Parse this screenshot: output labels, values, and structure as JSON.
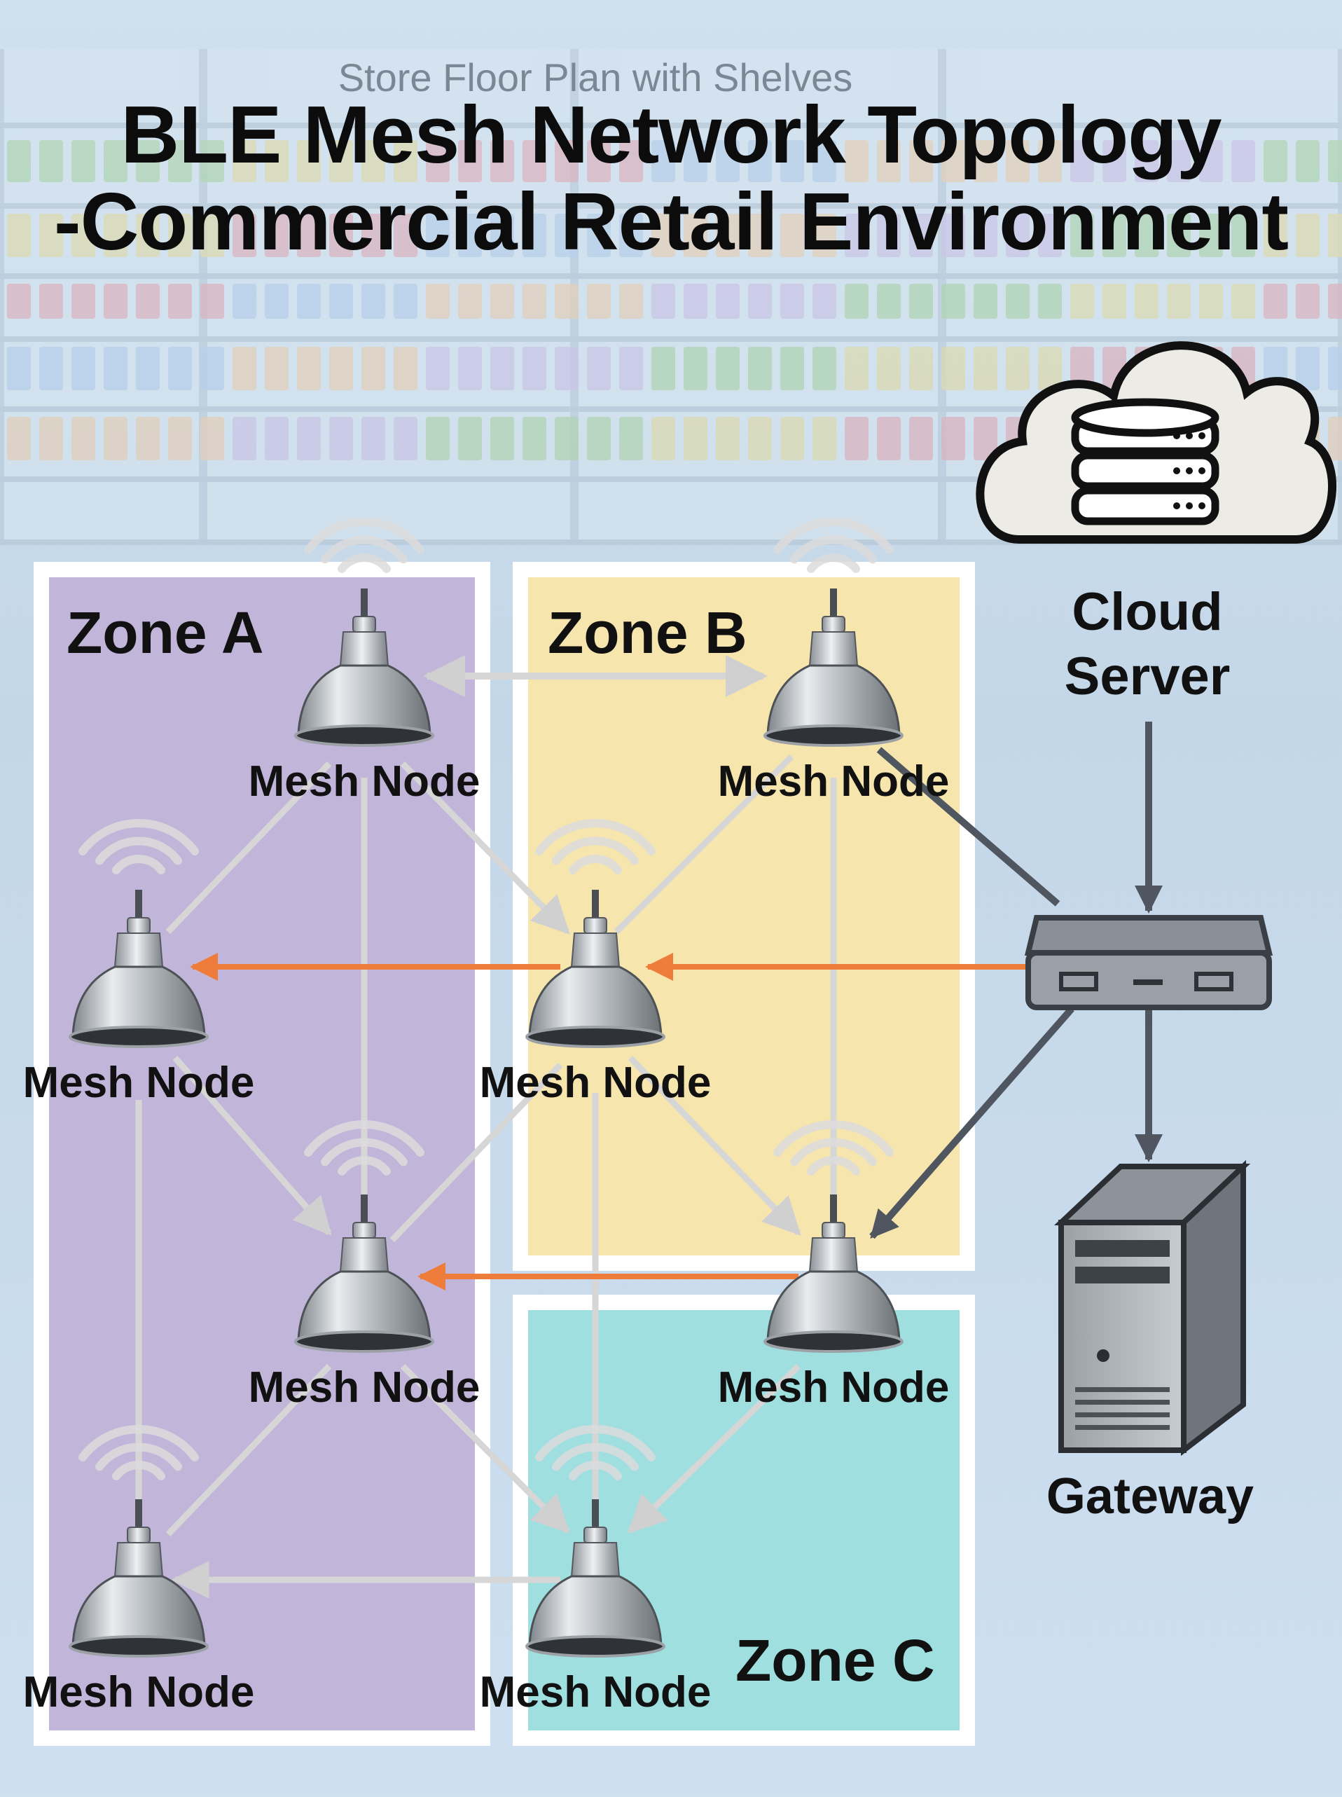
{
  "background_label": "Store Floor Plan with Shelves",
  "title": {
    "line1": "BLE Mesh Network Topology",
    "line2": "-Commercial Retail Environment"
  },
  "zones": [
    {
      "id": "a",
      "label": "Zone A",
      "color": "#c2b5da"
    },
    {
      "id": "b",
      "label": "Zone B",
      "color": "#f6e5ad"
    },
    {
      "id": "c",
      "label": "Zone C",
      "color": "#9fdfe0"
    }
  ],
  "nodes": [
    {
      "id": "n1",
      "label": "Mesh Node",
      "icon": "pendant-lamp-icon"
    },
    {
      "id": "n2",
      "label": "Mesh Node",
      "icon": "pendant-lamp-icon"
    },
    {
      "id": "n3",
      "label": "Mesh Node",
      "icon": "pendant-lamp-icon"
    },
    {
      "id": "n4",
      "label": "Mesh Node",
      "icon": "pendant-lamp-icon"
    },
    {
      "id": "n5",
      "label": "Mesh Node",
      "icon": "pendant-lamp-icon"
    },
    {
      "id": "n6",
      "label": "Mesh Node",
      "icon": "pendant-lamp-icon"
    },
    {
      "id": "n7",
      "label": "Mesh Node",
      "icon": "pendant-lamp-icon"
    },
    {
      "id": "n8",
      "label": "Mesh Node",
      "icon": "pendant-lamp-icon"
    }
  ],
  "cloud_server": {
    "line1": "Cloud",
    "line2": "Server",
    "icon": "cloud-database-icon"
  },
  "gateway": {
    "label": "Gateway",
    "icon": "server-tower-icon"
  },
  "router": {
    "icon": "router-icon"
  },
  "colors": {
    "mesh_link": "#d6d6d6",
    "command_link": "#ee7d3c",
    "backbone_link": "#4f5660"
  }
}
